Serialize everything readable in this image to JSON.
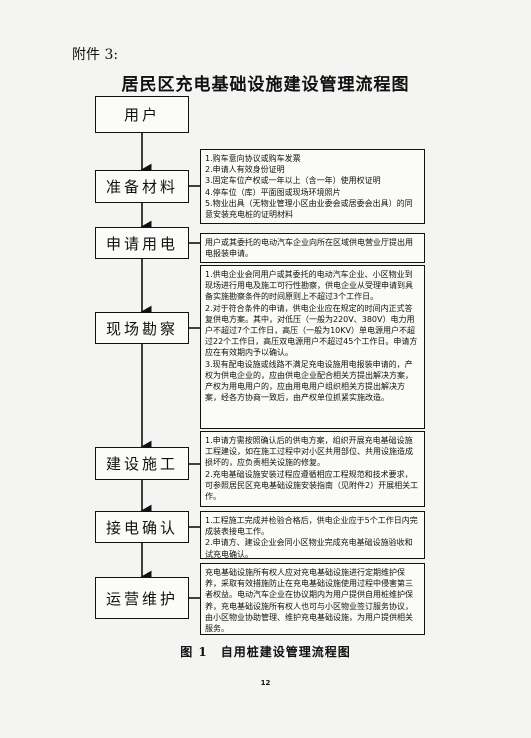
{
  "attachment_label": "附件 3:",
  "title": "居民区充电基础设施建设管理流程图",
  "steps": [
    {
      "label": "用户"
    },
    {
      "label": "准备材料"
    },
    {
      "label": "申请用电"
    },
    {
      "label": "现场勘察"
    },
    {
      "label": "建设施工"
    },
    {
      "label": "接电确认"
    },
    {
      "label": "运营维护"
    }
  ],
  "notes": {
    "prepare": [
      "1.购车意向协议或购车发票",
      "2.申请人有效身份证明",
      "3.固定车位产权或一年以上（含一年）使用权证明",
      "4.停车位（库）平面图或现场环境照片",
      "5.物业出具（无物业管理小区由业委会或居委会出具）的同意安装充电桩的证明材料"
    ],
    "apply": [
      "用户或其委托的电动汽车企业向所在区域供电营业厅提出用电报装申请。"
    ],
    "survey": [
      "1.供电企业会同用户或其委托的电动汽车企业、小区物业到现场进行用电及施工可行性勘察，供电企业从受理申请到具备实施勘察条件的时间原则上不超过3个工作日。",
      "2.对于符合条件的申请，供电企业应在规定的时间内正式答复供电方案。其中，对低压（一般为220V、380V）电力用户不超过7个工作日，高压（一般为10KV）单电源用户不超过22个工作日，高压双电源用户不超过45个工作日。申请方应在有效期内予以确认。",
      "3.现有配电设施或线路不满足充电设施用电报装申请的，产权为供电企业的，应由供电企业配合相关方提出解决方案，产权为用电用户的，应由用电用户组织相关方提出解决方案，经各方协商一致后，由产权单位抓紧实施改造。"
    ],
    "construct": [
      "1.申请方需按照确认后的供电方案，组织开展充电基础设施工程建设，如在施工过程中对小区共用部位、共用设施造成损坏的，应负责相关设施的修复。",
      "2.充电基础设施安装过程应遵循相应工程规范和技术要求，可参照居民区充电基础设施安装指南（见附件2）开展相关工作。"
    ],
    "connect": [
      "1.工程施工完成并检验合格后，供电企业应于5个工作日内完成装表接电工作。",
      "2.申请方、建设企业会同小区物业完成充电基础设施验收和试充电确认。"
    ],
    "operate": [
      "充电基础设施所有权人应对充电基础设施进行定期维护保养，采取有效措施防止在充电基础设施使用过程中侵害第三者权益。电动汽车企业在协议期内为用户提供自用桩维护保养，充电基础设施所有权人也可与小区物业签订服务协议，由小区物业协助管理、维护充电基础设施，为用户提供相关服务。"
    ]
  },
  "caption": "图 1　自用桩建设管理流程图",
  "page_number": "12"
}
